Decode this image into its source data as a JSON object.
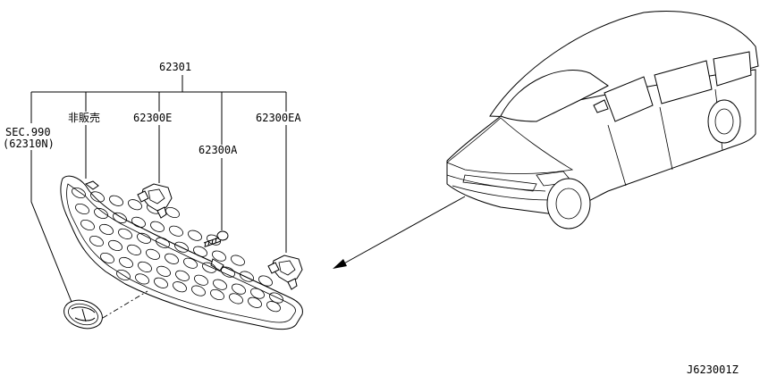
{
  "labels": {
    "assembly": "62301",
    "sec_ref_1": "SEC.990",
    "sec_ref_2": "(62310N)",
    "not_for_sale": "非販売",
    "clip_e": "62300E",
    "screw_a": "62300A",
    "clip_ea": "62300EA",
    "diagram_id": "J623001Z"
  },
  "icons": {
    "grille": "front-grille",
    "emblem": "emblem-badge",
    "clip": "retainer-clip",
    "screw": "screw",
    "vehicle": "sedan-car",
    "arrow": "location-arrow"
  }
}
